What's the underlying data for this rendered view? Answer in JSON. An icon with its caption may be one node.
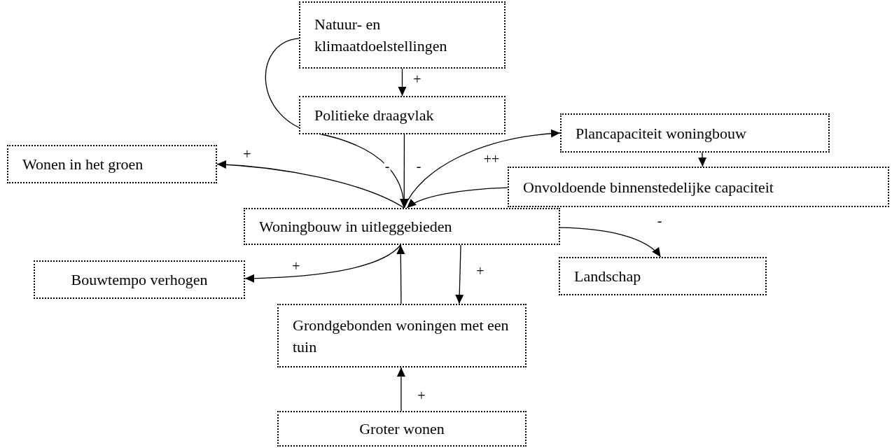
{
  "diagram": {
    "nodes": [
      {
        "text": [
          "Natuur- en klimaatdoelstellingen"
        ]
      },
      {
        "text": [
          "Politieke draagvlak"
        ]
      },
      {
        "text": [
          "Plancapaciteit woningbouw"
        ]
      },
      {
        "text": [
          "Wonen in het groen"
        ]
      },
      {
        "text": [
          "Onvoldoende binnenstedelijke capaciteit"
        ]
      },
      {
        "text": [
          "Woningbouw in uitleggebieden"
        ]
      },
      {
        "text": [
          "Landschap"
        ]
      },
      {
        "text": [
          "Bouwtempo verhogen"
        ]
      },
      {
        "text": [
          "Grondgebonden woningen met een tuin"
        ]
      },
      {
        "text": [
          "Groter wonen"
        ]
      }
    ],
    "edges": [
      {
        "from": 0,
        "to": 1,
        "arrow": "to",
        "label": "+"
      },
      {
        "from": 0,
        "to": 5,
        "arrow": "to",
        "label": "-"
      },
      {
        "from": 1,
        "to": 5,
        "arrow": "to",
        "label": "-"
      },
      {
        "from": 5,
        "to": 2,
        "arrow": "to",
        "label": "++"
      },
      {
        "from": 2,
        "to": 4,
        "arrow": "to"
      },
      {
        "from": 4,
        "to": 5,
        "arrow": "to"
      },
      {
        "from": 5,
        "to": 3,
        "arrow": "to",
        "label": "+"
      },
      {
        "from": 5,
        "to": 6,
        "arrow": "to",
        "label": "-"
      },
      {
        "from": 5,
        "to": 7,
        "arrow": "to",
        "label": "+"
      },
      {
        "from": 5,
        "to": 8,
        "arrow": "to",
        "label": "+"
      },
      {
        "from": 8,
        "to": 5,
        "arrow": "to"
      },
      {
        "from": 9,
        "to": 8,
        "arrow": "to",
        "label": "+"
      }
    ]
  }
}
